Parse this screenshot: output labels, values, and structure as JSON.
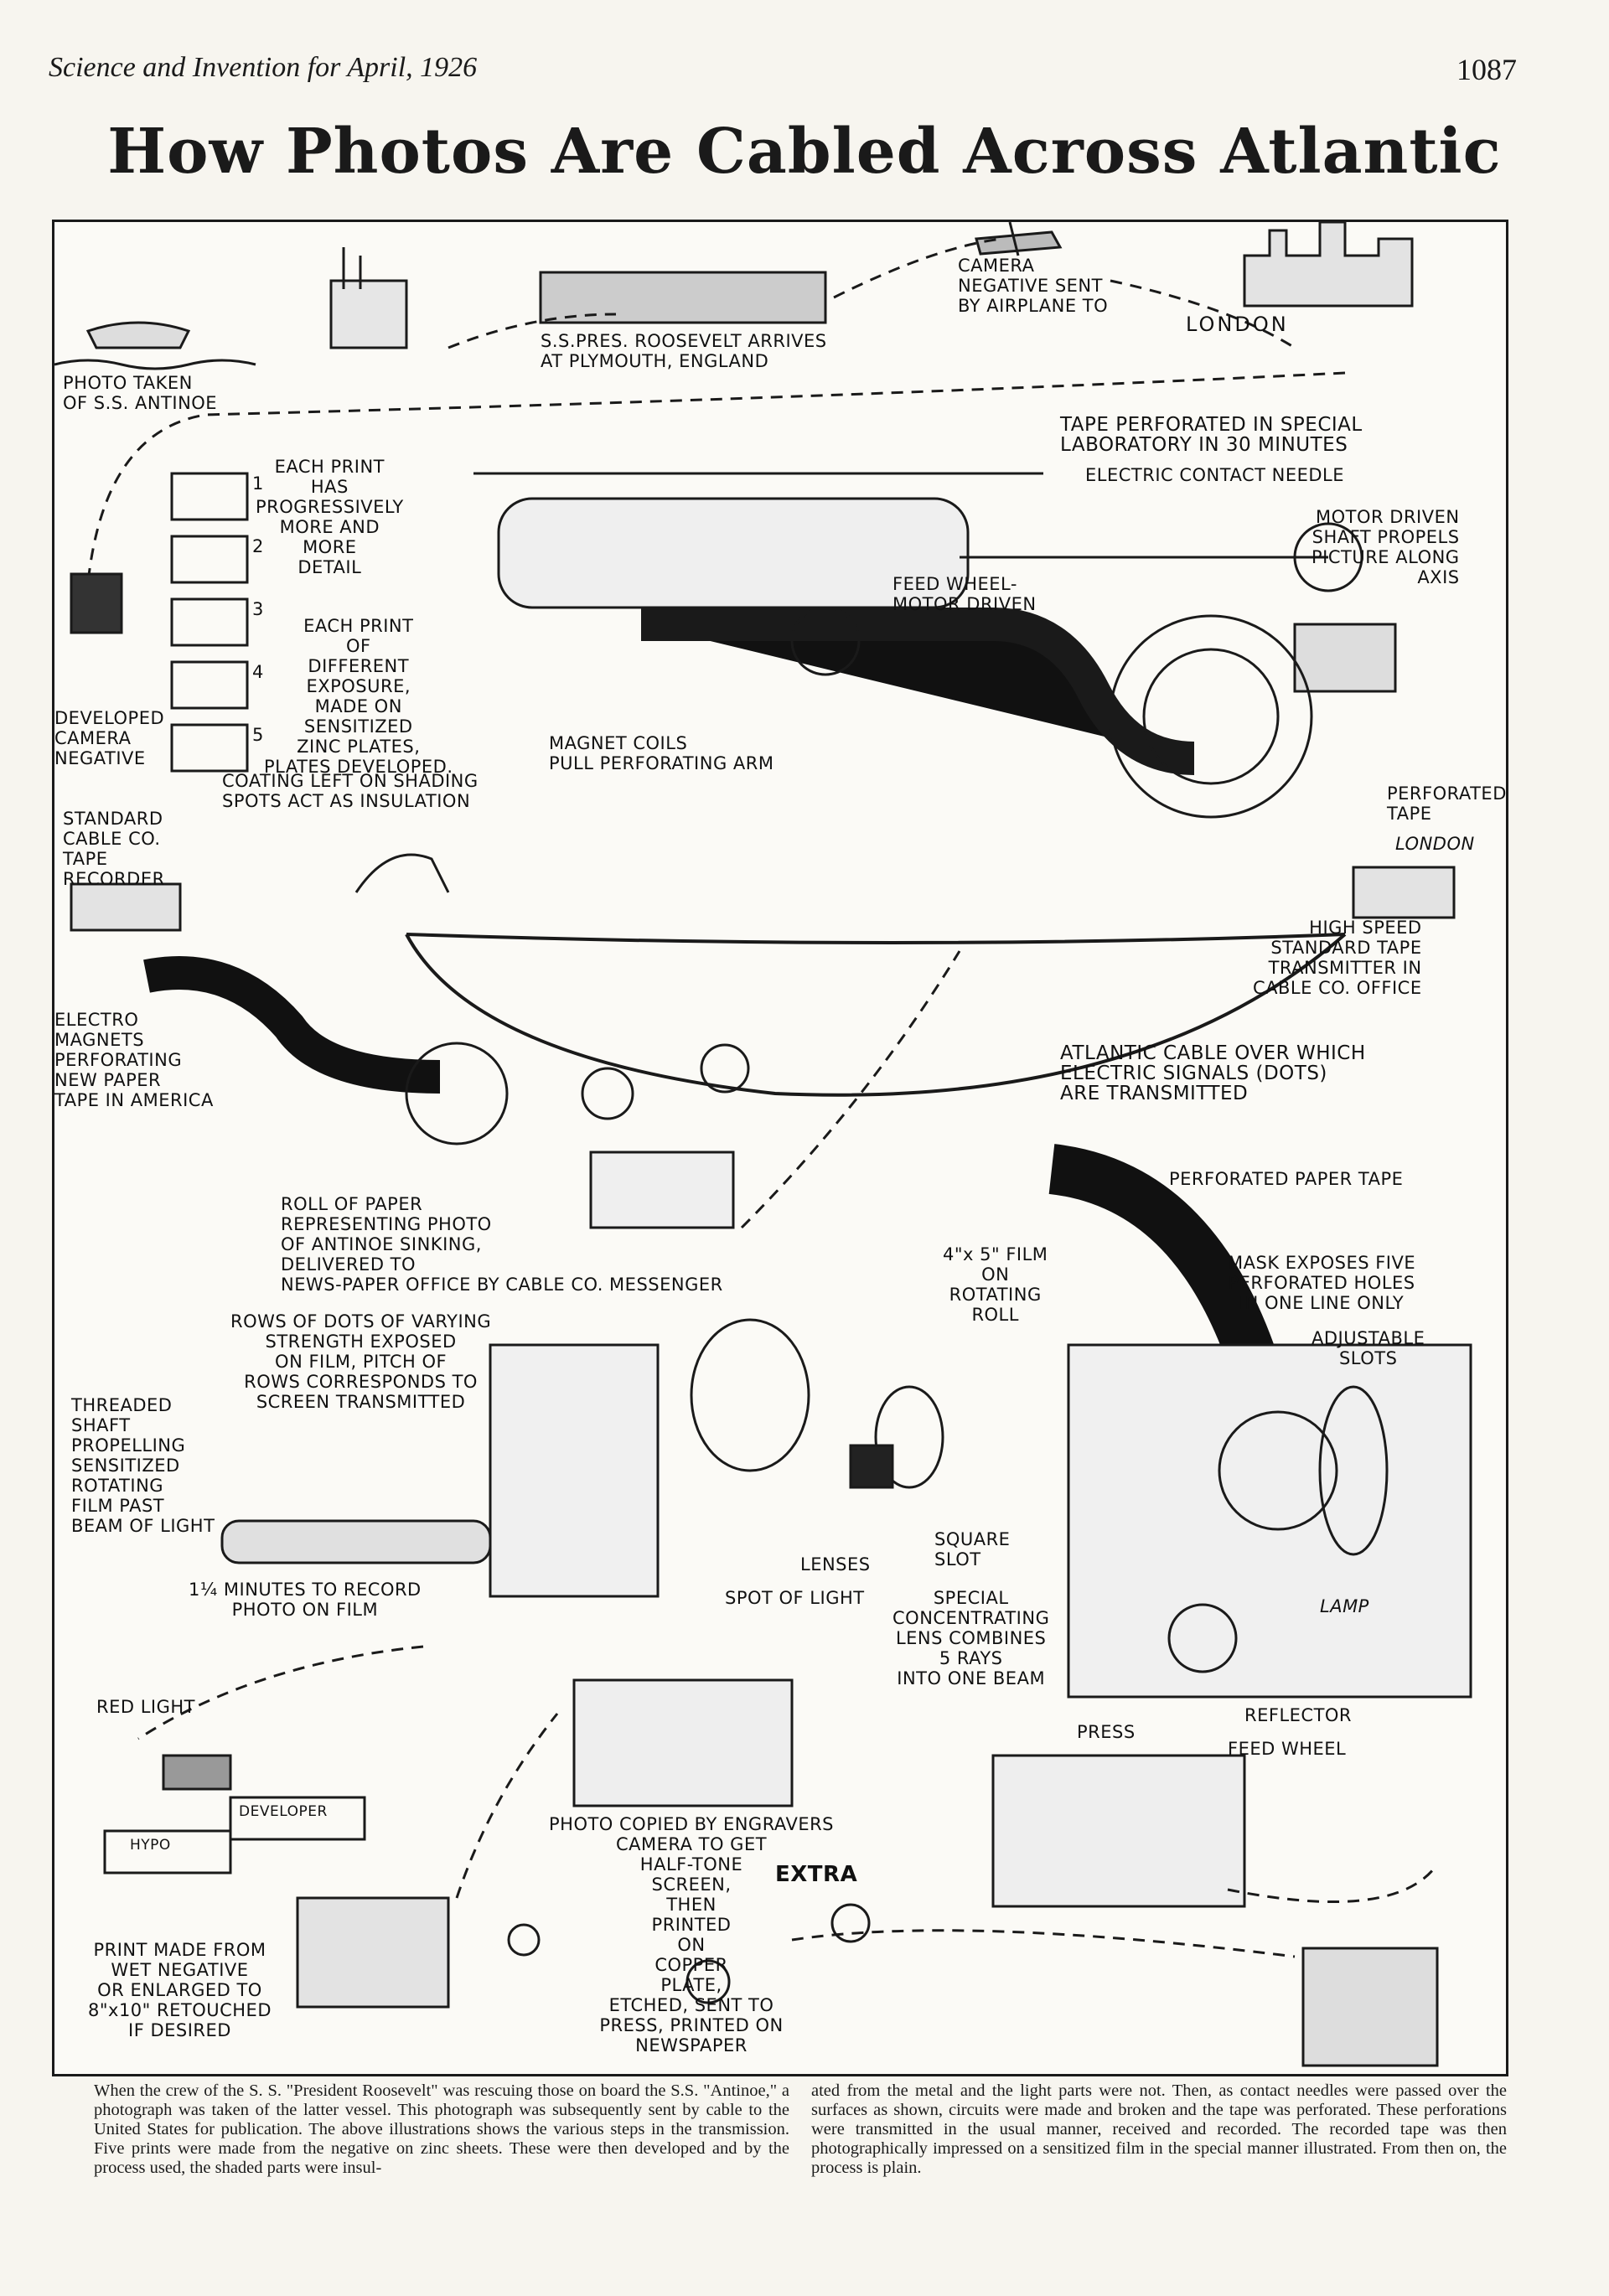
{
  "header": {
    "running_head": "Science and Invention for April, 1926",
    "page_number": "1087",
    "title": "How Photos Are Cabled Across Atlantic"
  },
  "labels": {
    "camera_negative": "CAMERA\nNEGATIVE SENT\nBY AIRPLANE TO",
    "london_top": "LONDON",
    "ss_roosevelt": "S.S.PRES. ROOSEVELT ARRIVES\nAT PLYMOUTH, ENGLAND",
    "photo_taken": "PHOTO TAKEN\nOF S.S. ANTINOE",
    "tape_perforated": "TAPE PERFORATED IN SPECIAL\nLABORATORY IN 30 MINUTES",
    "contact_needle": "ELECTRIC CONTACT NEEDLE",
    "motor_driven_shaft": "MOTOR DRIVEN\nSHAFT PROPELS\nPICTURE ALONG\nAXIS",
    "each_print": "EACH PRINT\nHAS\nPROGRESSIVELY\nMORE AND\nMORE\nDETAIL",
    "each_print_exposure": "EACH PRINT\nOF\nDIFFERENT\nEXPOSURE,\nMADE ON\nSENSITIZED\nZINC PLATES,\nPLATES DEVELOPED.",
    "coating_left": "COATING LEFT ON SHADING\nSPOTS ACT AS INSULATION",
    "feed_wheel_motor": "FEED WHEEL-\nMOTOR DRIVEN",
    "magnet_coils": "MAGNET COILS\nPULL PERFORATING ARM",
    "developed_negative": "DEVELOPED\nCAMERA\nNEGATIVE",
    "standard_cable": "STANDARD\nCABLE CO.\nTAPE\nRECORDER",
    "perforated_tape": "PERFORATED\nTAPE",
    "london_right": "LONDON",
    "high_speed": "HIGH SPEED\nSTANDARD TAPE\nTRANSMITTER IN\nCABLE CO. OFFICE",
    "electro_magnets": "ELECTRO\nMAGNETS\nPERFORATING\nNEW PAPER\nTAPE IN AMERICA",
    "atlantic_cable": "ATLANTIC CABLE OVER WHICH\nELECTRIC SIGNALS (DOTS)\nARE TRANSMITTED",
    "perforated_paper_tape": "PERFORATED PAPER TAPE",
    "roll_of_paper": "ROLL OF PAPER\nREPRESENTING PHOTO\nOF ANTINOE SINKING,\nDELIVERED TO\nNEWS-PAPER OFFICE BY CABLE CO. MESSENGER",
    "film_4x5": "4\"x 5\" FILM\nON\nROTATING\nROLL",
    "mask_exposes": "MASK EXPOSES FIVE\nPERFORATED HOLES\nIN ONE LINE ONLY",
    "rows_of_dots": "ROWS OF DOTS OF VARYING\nSTRENGTH EXPOSED\nON FILM, PITCH OF\nROWS CORRESPONDS TO\nSCREEN TRANSMITTED",
    "adjustable_slots": "ADJUSTABLE\nSLOTS",
    "threaded_shaft": "THREADED\nSHAFT\nPROPELLING\nSENSITIZED\nROTATING\nFILM PAST\nBEAM OF LIGHT",
    "lenses": "LENSES",
    "square_slot": "SQUARE\nSLOT",
    "spot_of_light": "SPOT OF LIGHT",
    "special_lens": "SPECIAL\nCONCENTRATING\nLENS COMBINES\n5 RAYS\nINTO ONE BEAM",
    "lamp": "LAMP",
    "minutes_record": "1¼ MINUTES TO RECORD\nPHOTO ON FILM",
    "reflector": "REFLECTOR",
    "feed_wheel": "FEED WHEEL",
    "red_light": "RED LIGHT",
    "press": "PRESS",
    "developer": "DEVELOPER",
    "hypo": "HYPO",
    "photo_copied": "PHOTO COPIED BY ENGRAVERS\nCAMERA TO GET\nHALF-TONE\nSCREEN,\nTHEN\nPRINTED\nON\nCOPPER\nPLATE,\nETCHED, SENT TO\nPRESS, PRINTED ON\nNEWSPAPER",
    "extra": "EXTRA",
    "print_made": "PRINT MADE FROM\nWET NEGATIVE\nOR ENLARGED TO\n8\"x10\" RETOUCHED\nIF DESIRED",
    "num1": "1",
    "num2": "2",
    "num3": "3",
    "num4": "4",
    "num5": "5"
  },
  "caption": {
    "left": "When the crew of the S. S. \"President Roosevelt\" was rescuing those on board the S.S. \"Antinoe,\" a photograph was taken of the latter vessel. This photograph was subsequently sent by cable to the United States for publication. The above illustrations shows the various steps in the transmission. Five prints were made from the negative on zinc sheets. These were then developed and by the process used, the shaded parts were insul-",
    "right": "ated from the metal and the light parts were not. Then, as contact needles were passed over the surfaces as shown, circuits were made and broken and the tape was perforated. These perforations were transmitted in the usual manner, received and recorded. The recorded tape was then photographically impressed on a sensitized film in the special manner illustrated. From then on, the process is plain."
  }
}
